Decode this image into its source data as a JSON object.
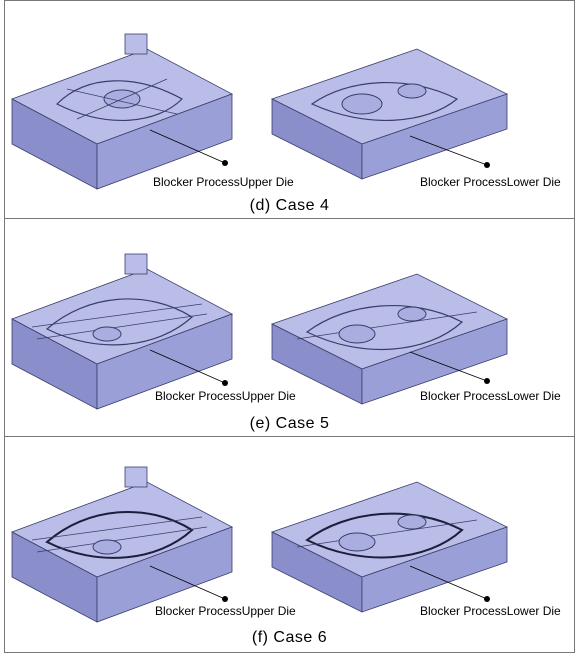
{
  "panels": [
    {
      "caption": "(d)  Case  4",
      "upper_label": "Blocker ProcessUpper Die",
      "lower_label": "Blocker ProcessLower Die"
    },
    {
      "caption": "(e)  Case  5",
      "upper_label": "Blocker ProcessUpper Die",
      "lower_label": "Blocker ProcessLower Die"
    },
    {
      "caption": "(f)  Case  6",
      "upper_label": "Blocker ProcessUpper Die",
      "lower_label": "Blocker ProcessLower Die"
    }
  ],
  "colors": {
    "die_top": "#b9bde8",
    "die_side": "#9a9fd8",
    "die_front": "#8a8fcc",
    "edge": "#3a3d6a",
    "border": "#777777"
  }
}
